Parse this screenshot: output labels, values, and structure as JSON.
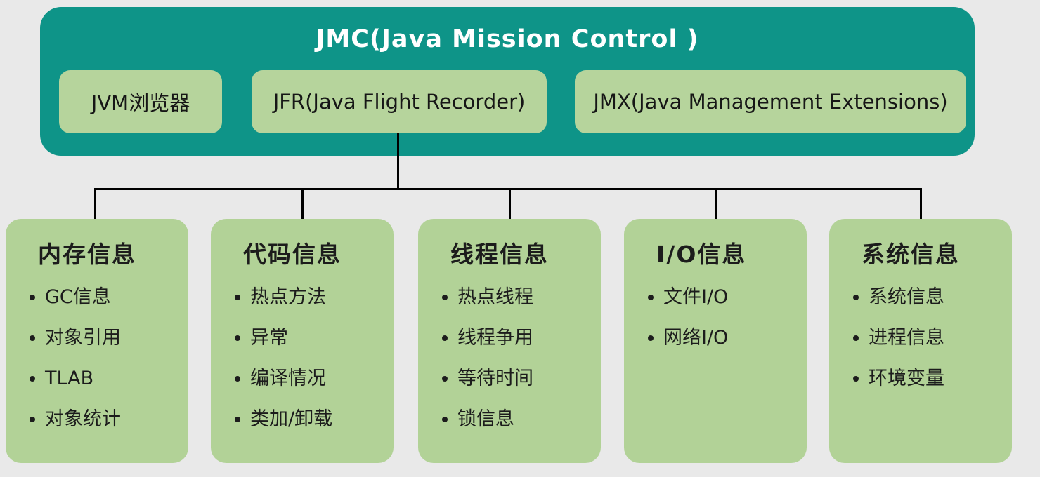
{
  "diagram": {
    "title": "JMC(Java Mission Control )",
    "top_items": [
      {
        "label": "JVM浏览器"
      },
      {
        "label": "JFR(Java Flight Recorder)"
      },
      {
        "label": "JMX(Java Management Extensions)"
      }
    ],
    "groups": [
      {
        "title": "内存信息",
        "items": [
          "GC信息",
          "对象引用",
          "TLAB",
          "对象统计"
        ]
      },
      {
        "title": "代码信息",
        "items": [
          "热点方法",
          "异常",
          "编译情况",
          "类加/卸载"
        ]
      },
      {
        "title": "线程信息",
        "items": [
          "热点线程",
          "线程争用",
          "等待时间",
          "锁信息"
        ]
      },
      {
        "title": "I/O信息",
        "items": [
          "文件I/O",
          "网络I/O"
        ]
      },
      {
        "title": "系统信息",
        "items": [
          "系统信息",
          "进程信息",
          "环境变量"
        ]
      }
    ],
    "colors": {
      "header_bg": "#0e9488",
      "box_bg": "#b2d297",
      "line": "#000000",
      "title_text": "#ffffff",
      "body_text": "#1c1c1c",
      "page_bg": "#e9e9e9"
    }
  }
}
